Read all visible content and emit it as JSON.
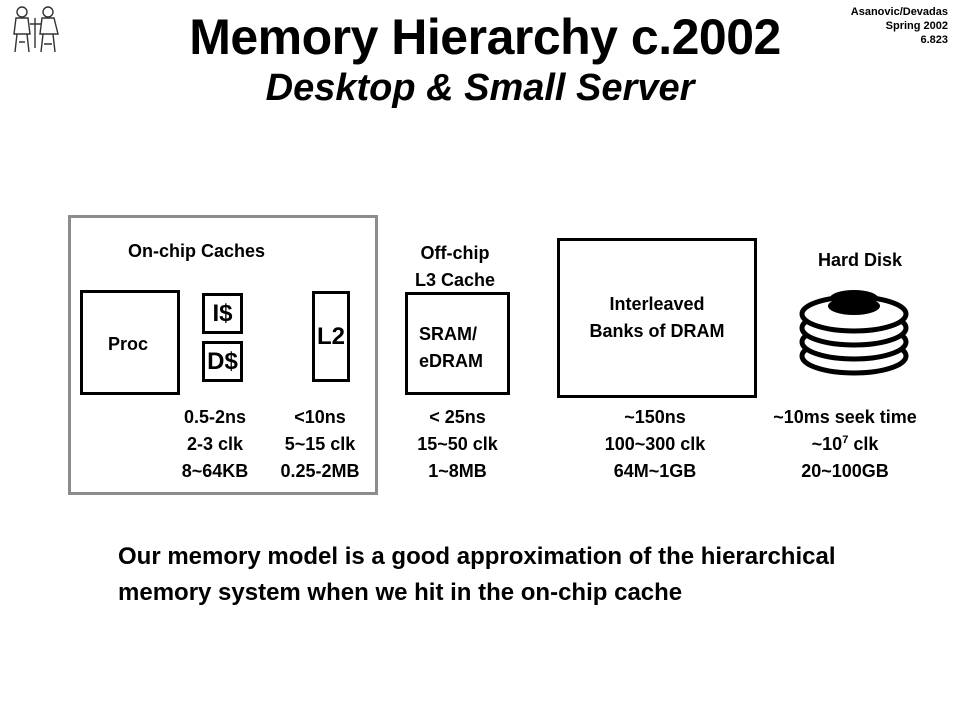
{
  "header": {
    "title": "Memory Hierarchy c.2002",
    "subtitle": "Desktop & Small Server",
    "credit": [
      "Asanovic/Devadas",
      "Spring 2002",
      "6.823"
    ]
  },
  "onchip": {
    "heading": "On-chip Caches",
    "proc_label": "Proc",
    "icache_label": "I$",
    "dcache_label": "D$",
    "l2_label": "L2",
    "l1_stats": [
      "0.5-2ns",
      "2-3 clk",
      "8~64KB"
    ],
    "l2_stats": [
      "<10ns",
      "5~15 clk",
      "0.25-2MB"
    ]
  },
  "offchip": {
    "heading": [
      "Off-chip",
      "L3 Cache"
    ],
    "box_label": [
      "SRAM/",
      "eDRAM"
    ],
    "stats": [
      "< 25ns",
      "15~50 clk",
      "1~8MB"
    ]
  },
  "dram": {
    "box_label": [
      "Interleaved",
      "Banks of DRAM"
    ],
    "stats": [
      "~150ns",
      "100~300 clk",
      "64M~1GB"
    ]
  },
  "disk": {
    "heading": "Hard Disk",
    "stats_line1": "~10ms seek time",
    "stats_line2_pre": "~10",
    "stats_line2_sup": "7",
    "stats_line2_post": " clk",
    "stats_line3": "20~100GB"
  },
  "note": "Our memory model is a good approximation of the hierarchical memory system when we hit in the on-chip cache"
}
